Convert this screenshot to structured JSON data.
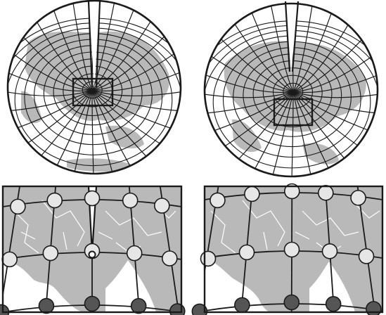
{
  "figure": {
    "panels": [
      {
        "id": "globe-left",
        "kind": "globe",
        "projection": "oblique-with-cut",
        "has_cut": true,
        "inset_frame": true
      },
      {
        "id": "globe-right",
        "kind": "globe",
        "projection": "oblique",
        "has_cut": true,
        "inset_frame": true
      },
      {
        "id": "inset-left",
        "kind": "zoom-inset",
        "has_cut": true,
        "circle_rows": 3
      },
      {
        "id": "inset-right",
        "kind": "zoom-inset",
        "has_cut": false,
        "circle_rows": 3
      }
    ],
    "colors": {
      "ink": "#1a1a1a",
      "land": "#b9b9b9",
      "ocean": "#ffffff",
      "border": "#ffffff",
      "node_light": "#e6e6e6",
      "node_dark": "#555555"
    }
  }
}
